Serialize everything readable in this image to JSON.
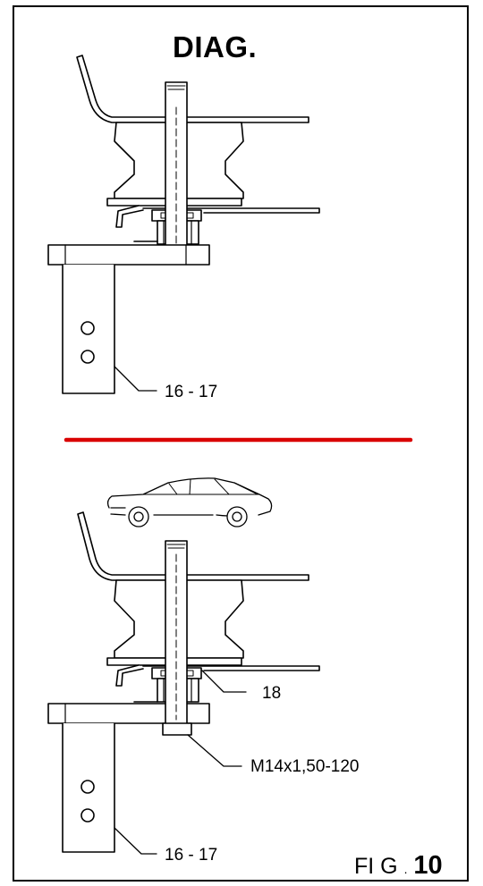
{
  "title": "DIAG.",
  "labels": {
    "upper_part": "16 - 17",
    "nut": "18",
    "bolt": "M14x1,50-120",
    "lower_part": "16 - 17"
  },
  "figure": {
    "prefix": "FI G",
    "separator": ".",
    "number": "10"
  },
  "colors": {
    "divider": "#d90000",
    "line": "#000000"
  },
  "icons": {
    "car": "car-icon"
  }
}
